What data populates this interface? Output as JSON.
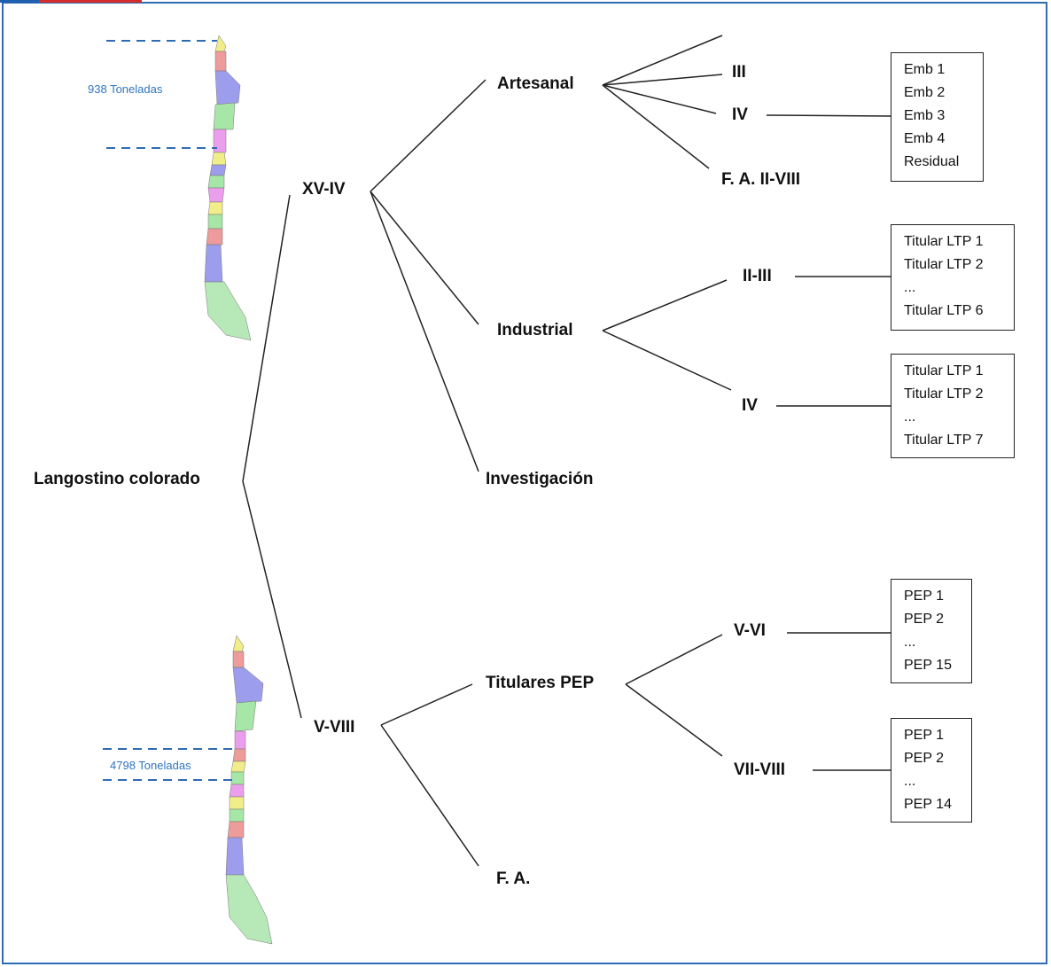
{
  "root": {
    "label": "Langostino colorado"
  },
  "zones": [
    {
      "label": "XV-IV",
      "tonnage": "938 Toneladas"
    },
    {
      "label": "V-VIII",
      "tonnage": "4798 Toneladas"
    }
  ],
  "branches": {
    "artesanal": "Artesanal",
    "industrial": "Industrial",
    "investigacion": "Investigación",
    "titulares_pep": "Titulares PEP",
    "fa": "F. A."
  },
  "leaves": {
    "art_iii": "III",
    "art_iv": "IV",
    "art_fa": "F. A. II-VIII",
    "ind_ii_iii": "II-III",
    "ind_iv": "IV",
    "pep_v_vi": "V-VI",
    "pep_vii_viii": "VII-VIII"
  },
  "boxes": {
    "art_iv": [
      "Emb 1",
      "Emb 2",
      "Emb 3",
      "Emb 4",
      "Residual"
    ],
    "ind_ii_iii": [
      "Titular LTP 1",
      "Titular LTP 2",
      "...",
      "Titular LTP 6"
    ],
    "ind_iv": [
      "Titular LTP 1",
      "Titular LTP 2",
      "...",
      "Titular LTP 7"
    ],
    "pep_v_vi": [
      "PEP 1",
      "PEP 2",
      "...",
      "PEP 15"
    ],
    "pep_vii_viii": [
      "PEP 1",
      "PEP 2",
      "...",
      "PEP 14"
    ]
  },
  "colors": {
    "frame": "#2e6bb3",
    "tonnage_text": "#2e75c0",
    "dash": "#2e6bb3"
  }
}
